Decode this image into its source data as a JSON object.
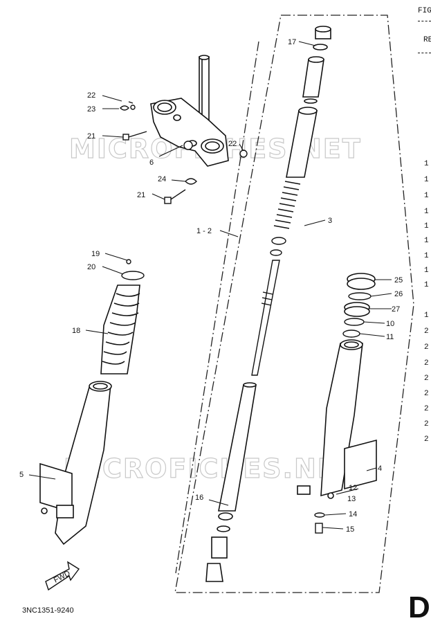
{
  "header": {
    "fig_label": "FIG",
    "ref_label": "RE"
  },
  "callouts": {
    "c1_2": "1 - 2",
    "c3": "3",
    "c4": "4",
    "c5": "5",
    "c6": "6",
    "c10": "10",
    "c11": "11",
    "c12": "12",
    "c13": "13",
    "c14": "14",
    "c15": "15",
    "c16": "16",
    "c17": "17",
    "c18": "18",
    "c19": "19",
    "c20": "20",
    "c21a": "21",
    "c21b": "21",
    "c22a": "22",
    "c22b": "22",
    "c23": "23",
    "c24": "24",
    "c25": "25",
    "c26": "26",
    "c27": "27"
  },
  "right_column": [
    "1",
    "1",
    "1",
    "1",
    "1",
    "1",
    "1",
    "1",
    "1",
    "1",
    "2",
    "2",
    "2",
    "2",
    "2",
    "2",
    "2",
    "2"
  ],
  "watermark": "MICROFICHES.NET",
  "fwd_arrow": "FWD",
  "doc_code": "3NC1351-9240",
  "section_letter": "D"
}
